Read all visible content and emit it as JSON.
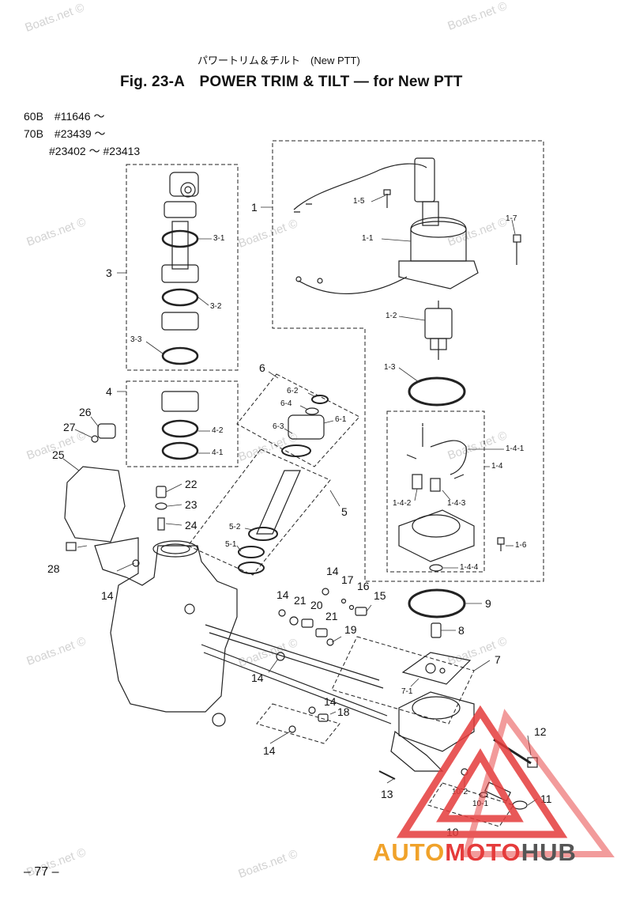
{
  "watermark": "Boats.net ©",
  "header": {
    "subtitle": "パワートリム＆チルト　(New PTT)",
    "title": "Fig. 23-A　POWER TRIM & TILT — for New PTT"
  },
  "serials": [
    "60B　#11646 ～",
    "70B　#23439 ～",
    "#23402 ～ #23413"
  ],
  "labels": {
    "p1": "1",
    "p1_1": "1-1",
    "p1_2": "1-2",
    "p1_3": "1-3",
    "p1_4": "1-4",
    "p1_4_1": "1-4-1",
    "p1_4_2": "1-4-2",
    "p1_4_3": "1-4-3",
    "p1_4_4": "1-4-4",
    "p1_5": "1-5",
    "p1_6": "1-6",
    "p1_7": "1-7",
    "p3": "3",
    "p3_1": "3-1",
    "p3_2": "3-2",
    "p3_3": "3-3",
    "p4": "4",
    "p4_1": "4-1",
    "p4_2": "4-2",
    "p5": "5",
    "p5_1": "5-1",
    "p5_2": "5-2",
    "p6": "6",
    "p6_1": "6-1",
    "p6_2": "6-2",
    "p6_3": "6-3",
    "p6_4": "6-4",
    "p7": "7",
    "p7_1": "7-1",
    "p8": "8",
    "p9": "9",
    "p10": "10",
    "p10_1": "10-1",
    "p10_2": "10-2",
    "p11": "11",
    "p12": "12",
    "p13": "13",
    "p14": "14",
    "p15": "15",
    "p16": "16",
    "p17": "17",
    "p18": "18",
    "p19": "19",
    "p20": "20",
    "p21": "21",
    "p22": "22",
    "p23": "23",
    "p24": "24",
    "p25": "25",
    "p26": "26",
    "p27": "27",
    "p28": "28"
  },
  "page_number": "– 77 –",
  "logo": {
    "part1": "AUTO",
    "part2": "MOTO",
    "part3": "HUB"
  }
}
